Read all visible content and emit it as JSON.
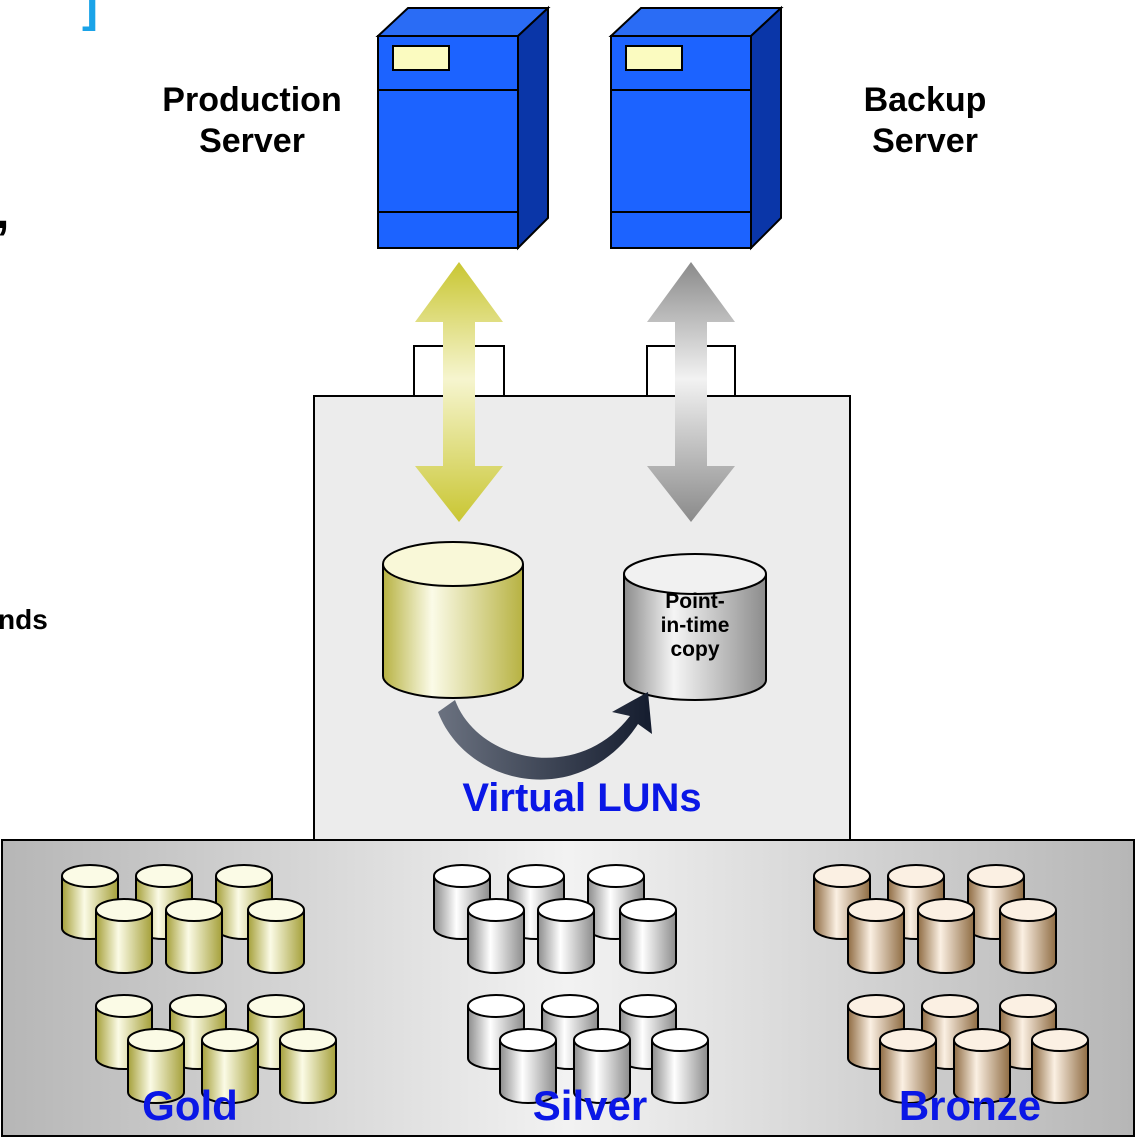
{
  "servers": {
    "production_label": "Production\nServer",
    "backup_label": "Backup\nServer"
  },
  "cut_text": {
    "comma": ",",
    "nds": "nds",
    "bracket": "]"
  },
  "virtual": {
    "pit_label": "Point-\nin-time\ncopy",
    "title": "Virtual LUNs"
  },
  "tiers": [
    {
      "id": "gold",
      "label": "Gold",
      "top": "#fbfbe6",
      "mid": "#d8d49a",
      "dark": "#a5a03a"
    },
    {
      "id": "silver",
      "label": "Silver",
      "top": "#ffffff",
      "mid": "#d2d2d2",
      "dark": "#8c8c8c"
    },
    {
      "id": "bronze",
      "label": "Bronze",
      "top": "#fbf0e3",
      "mid": "#d7b48a",
      "dark": "#8f6c43"
    }
  ],
  "colors": {
    "server_blue": "#1c63ff",
    "server_dark": "#0a36a8",
    "label_blue": "#0a17e6",
    "gold_arrow": "#c9c632",
    "gray_arrow": "#8a8a8a"
  }
}
